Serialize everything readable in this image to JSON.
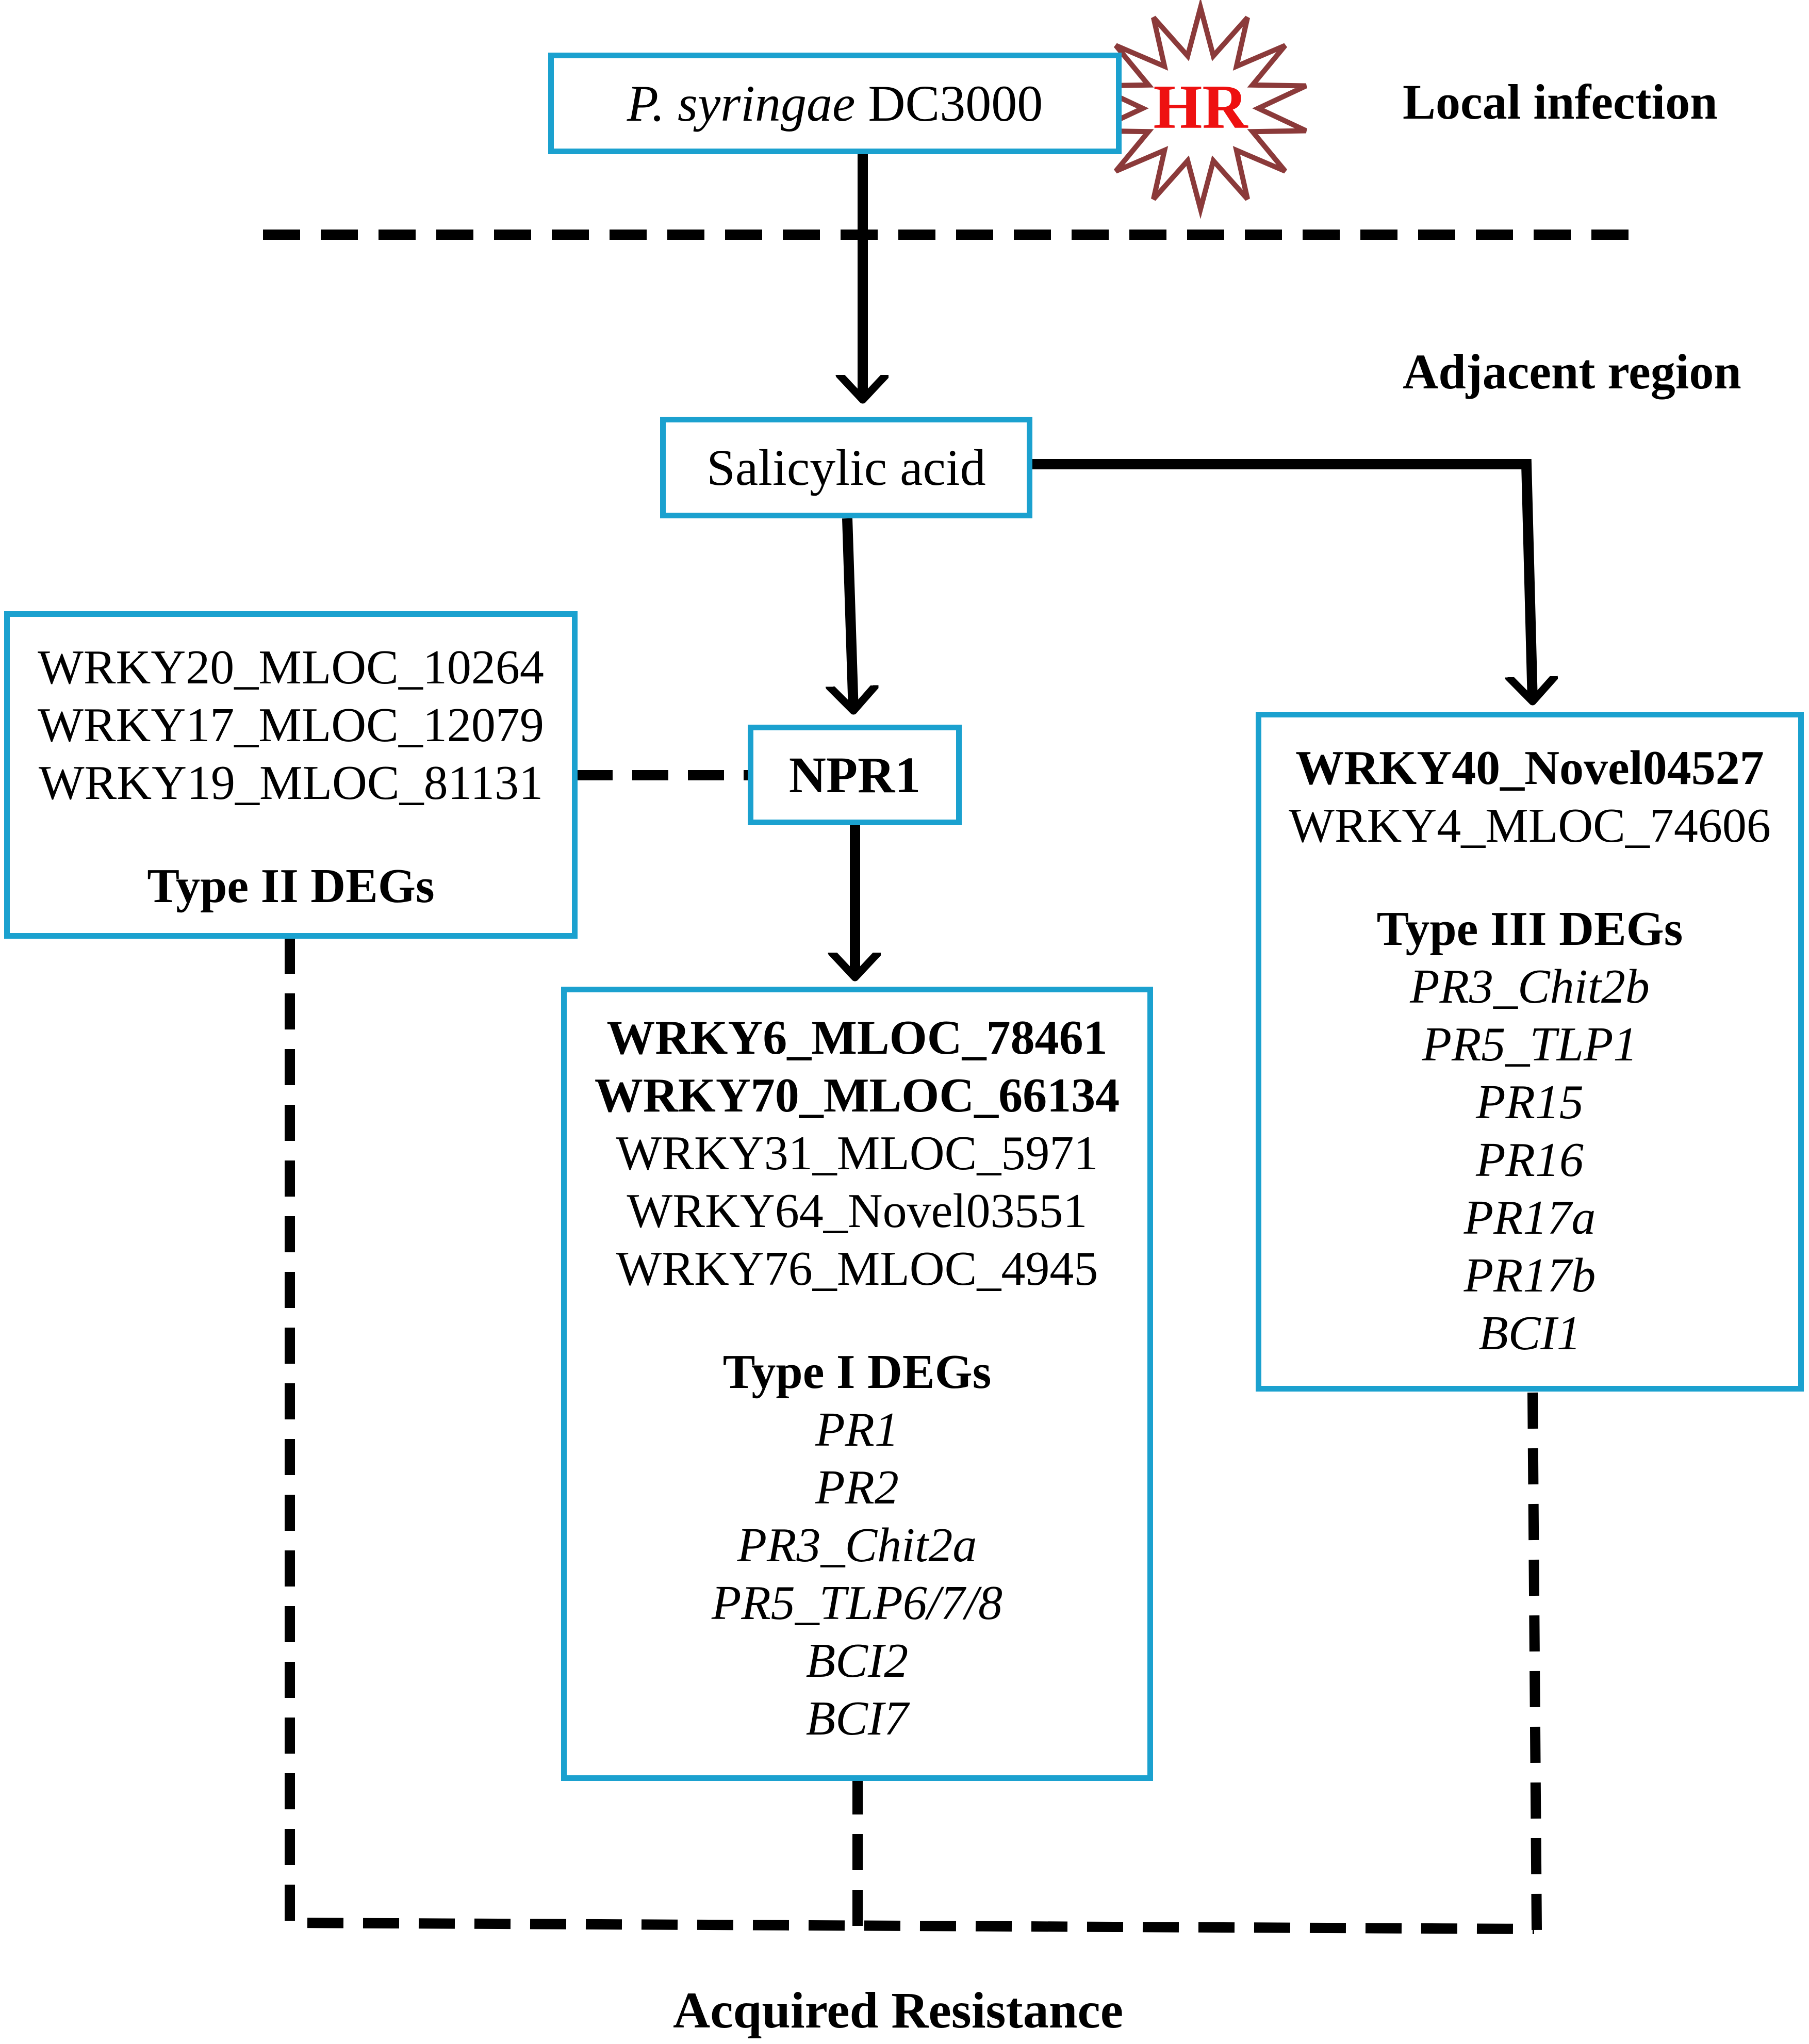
{
  "colors": {
    "box_border": "#1ba1cf",
    "hr_outline": "#8b3a3a",
    "hr_text": "#ee1111",
    "line": "#000000"
  },
  "pathogen": {
    "italic": "P. syringae",
    "strain": " DC3000"
  },
  "hr_label": "HR",
  "local_infection": "Local infection",
  "adjacent_region": "Adjacent region",
  "salicylic_acid": "Salicylic acid",
  "npr1": "NPR1",
  "type2": {
    "genes": [
      "WRKY20_MLOC_10264",
      "WRKY17_MLOC_12079",
      "WRKY19_MLOC_81131"
    ],
    "title": "Type II DEGs"
  },
  "type1": {
    "bold_genes": [
      "WRKY6_MLOC_78461",
      "WRKY70_MLOC_66134"
    ],
    "genes": [
      "WRKY31_MLOC_5971",
      "WRKY64_Novel03551",
      "WRKY76_MLOC_4945"
    ],
    "title": "Type I DEGs",
    "pr_genes": [
      "PR1",
      "PR2",
      "PR3_Chit2a",
      "PR5_TLP6/7/8",
      "BCI2",
      "BCI7"
    ]
  },
  "type3": {
    "bold_genes": [
      "WRKY40_Novel04527"
    ],
    "genes": [
      "WRKY4_MLOC_74606"
    ],
    "title": "Type III DEGs",
    "pr_genes": [
      "PR3_Chit2b",
      "PR5_TLP1",
      "PR15",
      "PR16",
      "PR17a",
      "PR17b",
      "BCI1"
    ]
  },
  "acquired_resistance": "Acquired Resistance"
}
